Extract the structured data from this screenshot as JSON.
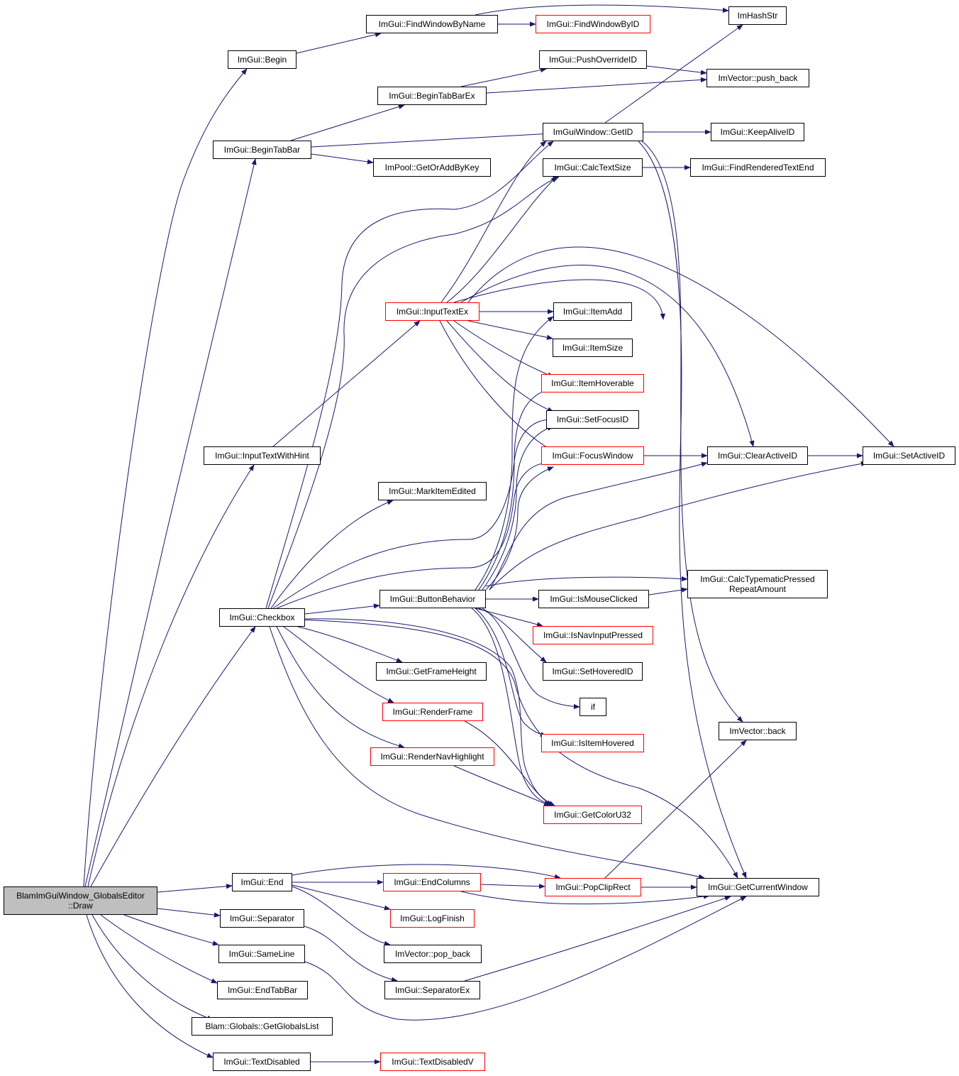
{
  "colors": {
    "edge": "#191970",
    "node_border": "#000000",
    "node_border_incomplete": "#ff0000",
    "root_fill": "#bfbfbf",
    "node_fill": "#ffffff"
  },
  "nodes": {
    "root": {
      "line1": "BlamImGuiWindow_GlobalsEditor",
      "line2": "::Draw"
    },
    "begin": "ImGui::Begin",
    "findwindowbyname": "ImGui::FindWindowByName",
    "findwindowbyid": "ImGui::FindWindowByID",
    "imhashstr": "ImHashStr",
    "pushoverrideid": "ImGui::PushOverrideID",
    "beginTabBarEx": "ImGui::BeginTabBarEx",
    "imvector_push_back": "ImVector::push_back",
    "beginTabBar": "ImGui::BeginTabBar",
    "getid": "ImGuiWindow::GetID",
    "keepaliveid": "ImGui::KeepAliveID",
    "impool": "ImPool::GetOrAddByKey",
    "calctextsize": "ImGui::CalcTextSize",
    "findrenderedtextend": "ImGui::FindRenderedTextEnd",
    "inputtextex": "ImGui::InputTextEx",
    "itemadd": "ImGui::ItemAdd",
    "itemsize": "ImGui::ItemSize",
    "itemhoverable": "ImGui::ItemHoverable",
    "setfocusid": "ImGui::SetFocusID",
    "inputtextwithhint": "ImGui::InputTextWithHint",
    "focuswindow": "ImGui::FocusWindow",
    "clearactiveid": "ImGui::ClearActiveID",
    "setactiveid": "ImGui::SetActiveID",
    "markitemedited": "ImGui::MarkItemEdited",
    "calctypematic": {
      "line1": "ImGui::CalcTypematicPressed",
      "line2": "RepeatAmount"
    },
    "buttonbehavior": "ImGui::ButtonBehavior",
    "ismouseclicked": "ImGui::IsMouseClicked",
    "checkbox": "ImGui::Checkbox",
    "isnavinputpressed": "ImGui::IsNavInputPressed",
    "getframeheight": "ImGui::GetFrameHeight",
    "sethoveredid": "ImGui::SetHoveredID",
    "if": "if",
    "renderframe": "ImGui::RenderFrame",
    "imvector_back": "ImVector::back",
    "isitemhovered": "ImGui::IsItemHovered",
    "rendernavhighlight": "ImGui::RenderNavHighlight",
    "getcoloru32": "ImGui::GetColorU32",
    "end": "ImGui::End",
    "endcolumns": "ImGui::EndColumns",
    "popcliprect": "ImGui::PopClipRect",
    "getcurrentwindow": "ImGui::GetCurrentWindow",
    "separator": "ImGui::Separator",
    "logfinish": "ImGui::LogFinish",
    "sameline": "ImGui::SameLine",
    "imvector_pop_back": "ImVector::pop_back",
    "endtabbar": "ImGui::EndTabBar",
    "separatorex": "ImGui::SeparatorEx",
    "getgloballist": "Blam::Globals::GetGlobalsList",
    "textdisabled": "ImGui::TextDisabled",
    "textdisabledv": "ImGui::TextDisabledV"
  }
}
